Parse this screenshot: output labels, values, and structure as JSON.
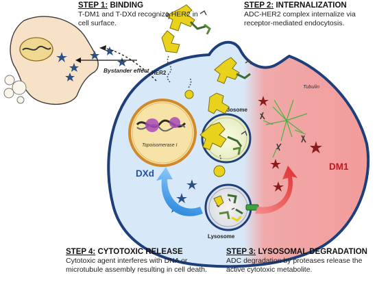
{
  "steps": {
    "step1": {
      "number": "STEP 1:",
      "title": "BINDING",
      "text": "T-DM1 and T-DXd recognize HER2 in cell surface."
    },
    "step2": {
      "number": "STEP 2:",
      "title": "INTERNALIZATION",
      "text": "ADC-HER2 complex internalize via receptor-mediated endocytosis."
    },
    "step3": {
      "number": "STEP 3:",
      "title": "LYSOSOMAL DEGRADATION",
      "text": "ADC degradation by proteases release the active cytotoxic metabolite."
    },
    "step4": {
      "number": "STEP 4:",
      "title": "CYTOTOXIC RELEASE",
      "text": "Cytotoxic agent interferes with DNA or microtubule assembly resulting in cell death."
    }
  },
  "labels": {
    "her2": "HER2",
    "bystander": "Bystander effect",
    "endosome": "Endosome",
    "lysosome": "Lysosome",
    "tubulin": "Tubulin",
    "topoisomerase": "Topoisomerase I",
    "dxd": "DXd",
    "dm1": "DM1"
  },
  "colors": {
    "cell_left": "#cfe3f6",
    "cell_right": "#f3a6a6",
    "membrane": "#1e3f7a",
    "antibody": "#e8d21c",
    "dxd_text": "#1f4fa8",
    "dm1_text": "#c8161d",
    "nucleus": "#f7e3a8",
    "bystander_cell": "#f7e2c8"
  }
}
